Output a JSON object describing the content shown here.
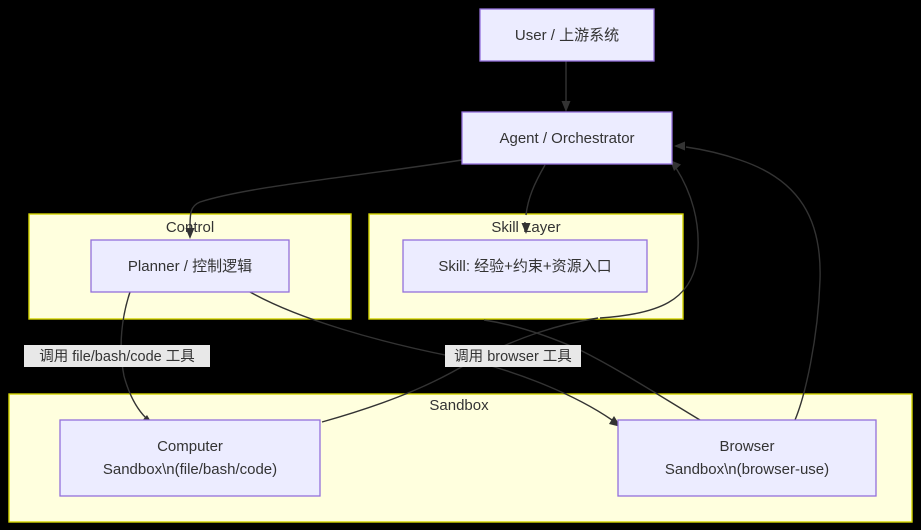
{
  "diagram": {
    "title": "Agent Orchestrator Architecture Flowchart",
    "background_color": "#000000",
    "node_fill": "#ececff",
    "node_stroke": "#9370db",
    "cluster_fill": "#ffffde",
    "cluster_stroke": "#d4d400",
    "text_color": "#333333",
    "edge_color": "#333333",
    "edge_label_bg": "#e8e8e8"
  },
  "nodes": {
    "user": {
      "label": "User / 上游系统"
    },
    "agent": {
      "label": "Agent / Orchestrator"
    },
    "planner": {
      "label": "Planner / 控制逻辑"
    },
    "skill": {
      "label": "Skill: 经验+约束+资源入口"
    },
    "computer": {
      "line1": "Computer",
      "line2": "Sandbox\\n(file/bash/code)"
    },
    "browser": {
      "line1": "Browser",
      "line2": "Sandbox\\n(browser-use)"
    }
  },
  "clusters": {
    "control": {
      "label": "Control"
    },
    "skill_layer": {
      "label": "Skill Layer"
    },
    "sandbox": {
      "label": "Sandbox"
    }
  },
  "edge_labels": {
    "file_tool": "调用 file/bash/code 工具",
    "browser_tool": "调用 browser 工具"
  }
}
